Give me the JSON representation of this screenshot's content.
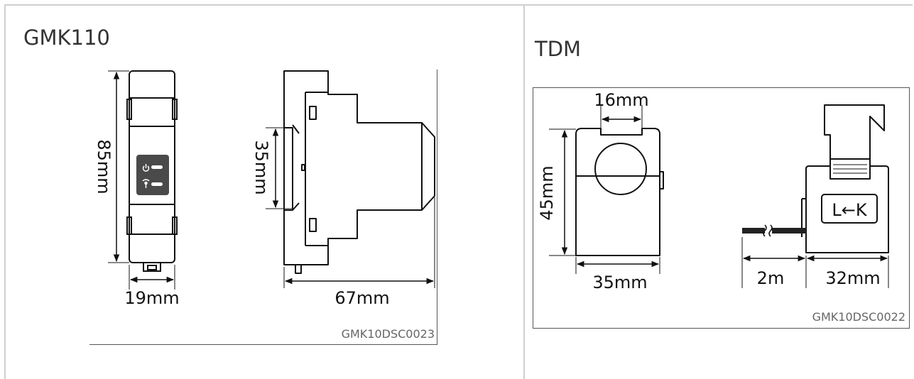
{
  "left": {
    "title": "GMK110",
    "figure_code": "GMK10DSC0023",
    "dims": {
      "height": "85mm",
      "rail": "35mm",
      "width": "19mm",
      "depth": "67mm"
    }
  },
  "right": {
    "title": "TDM",
    "figure_code": "GMK10DSC0022",
    "dims": {
      "jaw": "16mm",
      "height": "45mm",
      "width": "35mm",
      "cable": "2m",
      "depth": "32mm"
    },
    "direction_label": "L←K"
  }
}
